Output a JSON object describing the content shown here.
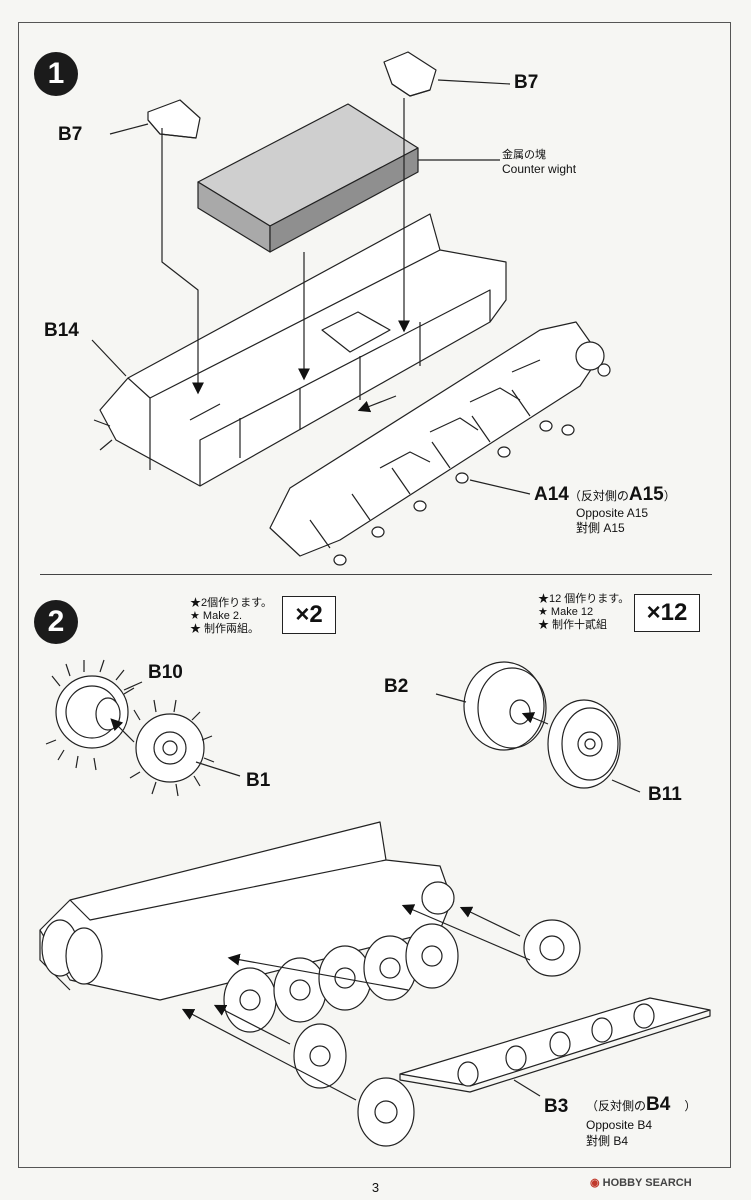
{
  "steps": [
    {
      "number": "1",
      "labels": {
        "b7_left": "B7",
        "b7_right": "B7",
        "b14": "B14",
        "weight_jp": "金属の塊",
        "weight_en": "Counter wight",
        "a14_main": "A14",
        "a14_paren_open": "（反対側の",
        "a14_paren_part": "A15",
        "a14_paren_close": "）",
        "a14_en": "Opposite A15",
        "a14_zh": "對側 A15"
      }
    },
    {
      "number": "2",
      "note_left": [
        "★2個作ります。",
        "★ Make 2.",
        "★ 制作兩組。"
      ],
      "mult_left": "×2",
      "note_right": [
        "★12 個作ります。",
        "★ Make 12",
        "★ 制作十貳組"
      ],
      "mult_right": "×12",
      "labels": {
        "b10": "B10",
        "b1": "B1",
        "b2": "B2",
        "b11": "B11",
        "b3": "B3",
        "b3_paren_open": "（反対側の",
        "b3_paren_part": "B4",
        "b3_paren_close": "）",
        "b3_en": "Opposite B4",
        "b3_zh": "對側 B4"
      }
    }
  ],
  "page_number": "3",
  "watermark": "HOBBY SEARCH"
}
